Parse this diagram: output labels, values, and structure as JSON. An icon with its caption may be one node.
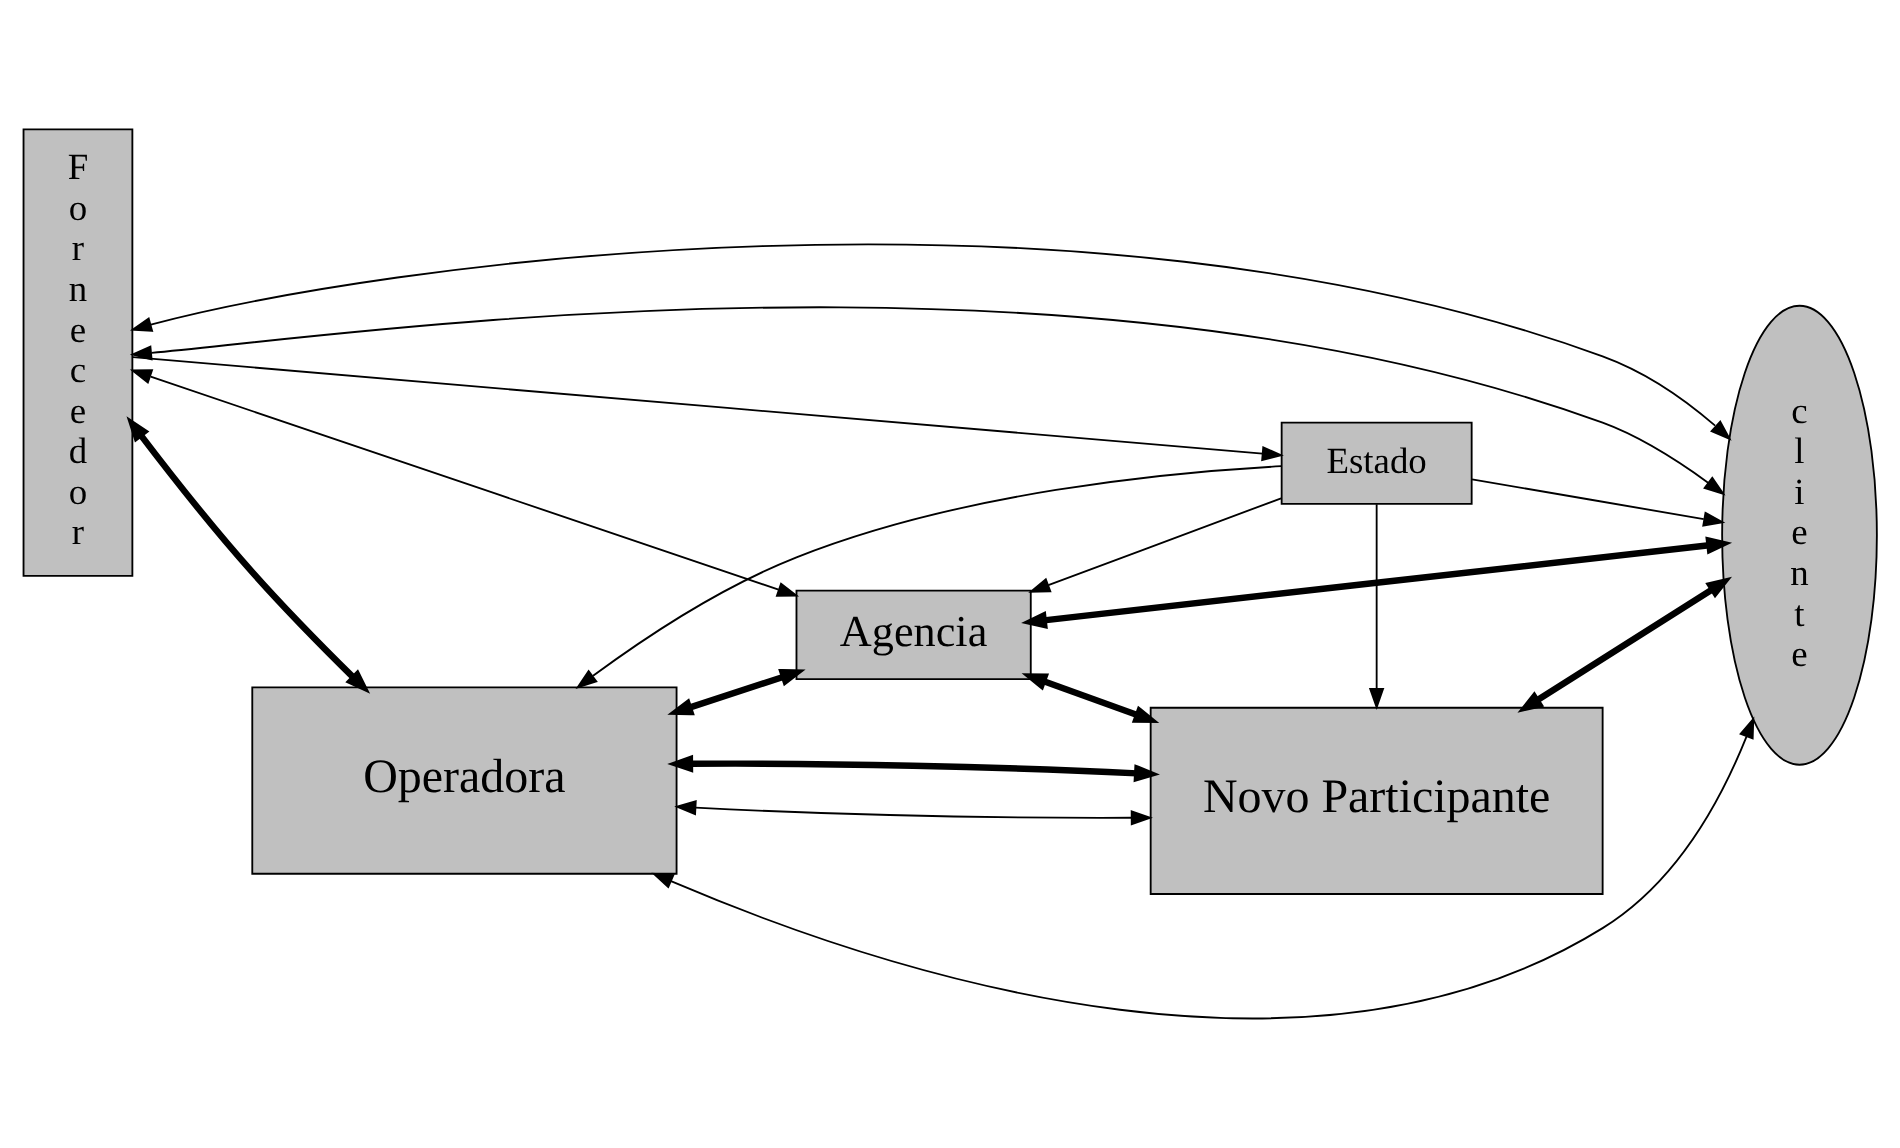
{
  "diagram": {
    "nodes": [
      {
        "text": [
          "Fornecedor"
        ]
      },
      {
        "text": [
          "Operadora"
        ]
      },
      {
        "text": [
          "Agencia"
        ]
      },
      {
        "text": [
          "Estado"
        ]
      },
      {
        "text": [
          "Novo Participante"
        ]
      },
      {
        "text": [
          "cliente"
        ]
      }
    ],
    "edges": [
      {
        "from": 0,
        "to": 5,
        "arrow": "both"
      },
      {
        "from": 2,
        "to": 0,
        "arrow": "both"
      },
      {
        "from": 0,
        "to": 1,
        "arrow": "both",
        "style": "thick"
      },
      {
        "from": 1,
        "to": 2,
        "arrow": "both",
        "style": "thick"
      },
      {
        "from": 2,
        "to": 5,
        "arrow": "both",
        "style": "thick"
      },
      {
        "from": 3,
        "to": 1,
        "arrow": "to"
      },
      {
        "from": 3,
        "to": 2,
        "arrow": "to"
      },
      {
        "from": 1,
        "to": 4,
        "arrow": "both"
      },
      {
        "from": 1,
        "to": 5,
        "arrow": "both"
      },
      {
        "from": 1,
        "to": 4,
        "arrow": "both",
        "style": "thick"
      },
      {
        "from": 0,
        "to": 3,
        "arrow": "to"
      },
      {
        "from": 2,
        "to": 4,
        "arrow": "both",
        "style": "thick"
      },
      {
        "from": 3,
        "to": 5,
        "arrow": "to"
      },
      {
        "from": 3,
        "to": 4,
        "arrow": "to"
      },
      {
        "from": 4,
        "to": 5,
        "arrow": "both",
        "style": "thick"
      },
      {
        "from": 0,
        "to": 5,
        "arrow": "both"
      }
    ]
  }
}
